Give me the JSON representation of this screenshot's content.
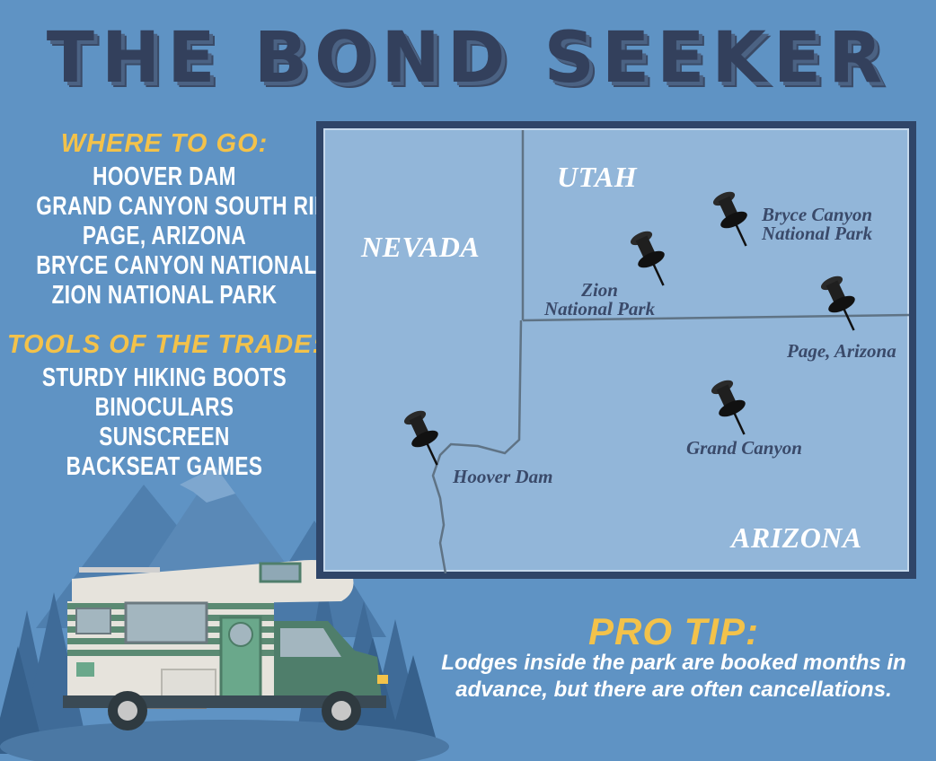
{
  "title": "THE BOND SEEKER",
  "where_to_go": {
    "heading": "WHERE TO GO:",
    "items": [
      "HOOVER DAM",
      "GRAND CANYON SOUTH RIM",
      "PAGE, ARIZONA",
      "BRYCE CANYON NATIONAL PARK",
      "ZION NATIONAL PARK"
    ]
  },
  "tools": {
    "heading": "TOOLS OF THE TRADE:",
    "items": [
      "STURDY HIKING BOOTS",
      "BINOCULARS",
      "SUNSCREEN",
      "BACKSEAT GAMES"
    ]
  },
  "map": {
    "states": {
      "utah": "UTAH",
      "nevada": "NEVADA",
      "arizona": "ARIZONA"
    },
    "places": {
      "bryce_line1": "Bryce Canyon",
      "bryce_line2": "National Park",
      "zion_line1": "Zion",
      "zion_line2": "National Park",
      "page": "Page, Arizona",
      "grand_canyon": "Grand Canyon",
      "hoover": "Hoover Dam"
    }
  },
  "pro_tip": {
    "heading": "PRO TIP:",
    "text": "Lodges inside the park are booked months in advance, but there are often cancellations."
  },
  "colors": {
    "background": "#5f93c4",
    "title": "#33405c",
    "accent": "#f3c24a",
    "map_fill": "#92b6d9",
    "text_dark": "#3a4a6a"
  },
  "icons": [
    "pushpin-icon",
    "rv-camper-illustration",
    "mountain-illustration",
    "pine-tree-illustration"
  ]
}
